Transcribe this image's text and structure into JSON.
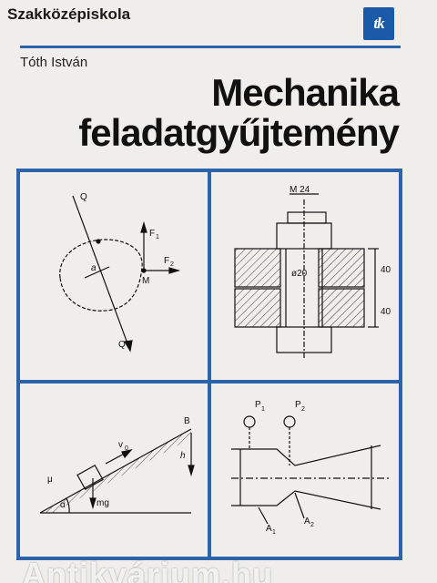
{
  "cover": {
    "series": "Szakközépiskola",
    "logo_text": "tk",
    "author": "Tóth István",
    "title_line1": "Mechanika",
    "title_line2": "feladatgyűjtemény",
    "accent_color": "#2b63ad"
  },
  "figures": {
    "fig1": {
      "q_top": "Q",
      "q_bottom": "Q",
      "a": "a",
      "f1": "F",
      "f1_sub": "1",
      "f2": "F",
      "f2_sub": "2",
      "m": "M"
    },
    "fig2": {
      "thread": "M 24",
      "diameter": "ø20",
      "dim_top": "40",
      "dim_bottom": "40"
    },
    "fig3": {
      "b": "B",
      "v": "v",
      "v_sub": "0",
      "h": "h",
      "mu": "μ",
      "alpha": "α",
      "mg": "mg"
    },
    "fig4": {
      "p1": "P",
      "p1_sub": "1",
      "p2": "P",
      "p2_sub": "2",
      "a1": "A",
      "a1_sub": "1",
      "a2": "A",
      "a2_sub": "2"
    }
  },
  "watermark": "Antikvárium.hu"
}
